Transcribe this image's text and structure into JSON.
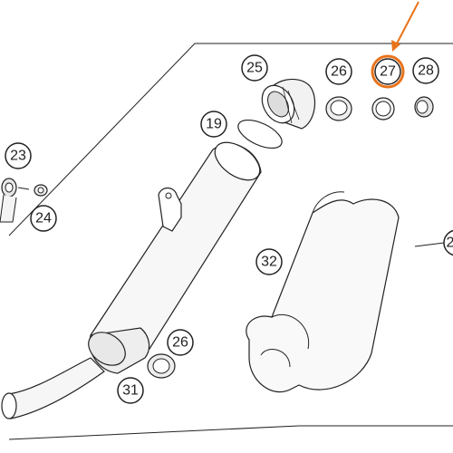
{
  "diagram": {
    "type": "exploded-parts-diagram",
    "highlight_color": "#e8731a",
    "line_color": "#222222",
    "parts": [
      {
        "key": "25",
        "label": "25"
      },
      {
        "key": "26a",
        "label": "26"
      },
      {
        "key": "27",
        "label": "27",
        "highlighted": true
      },
      {
        "key": "28",
        "label": "28"
      },
      {
        "key": "19",
        "label": "19"
      },
      {
        "key": "23",
        "label": "23"
      },
      {
        "key": "24",
        "label": "24"
      },
      {
        "key": "32",
        "label": "32"
      },
      {
        "key": "26b",
        "label": "26"
      },
      {
        "key": "31",
        "label": "31"
      },
      {
        "key": "2x",
        "label": "2"
      }
    ]
  }
}
